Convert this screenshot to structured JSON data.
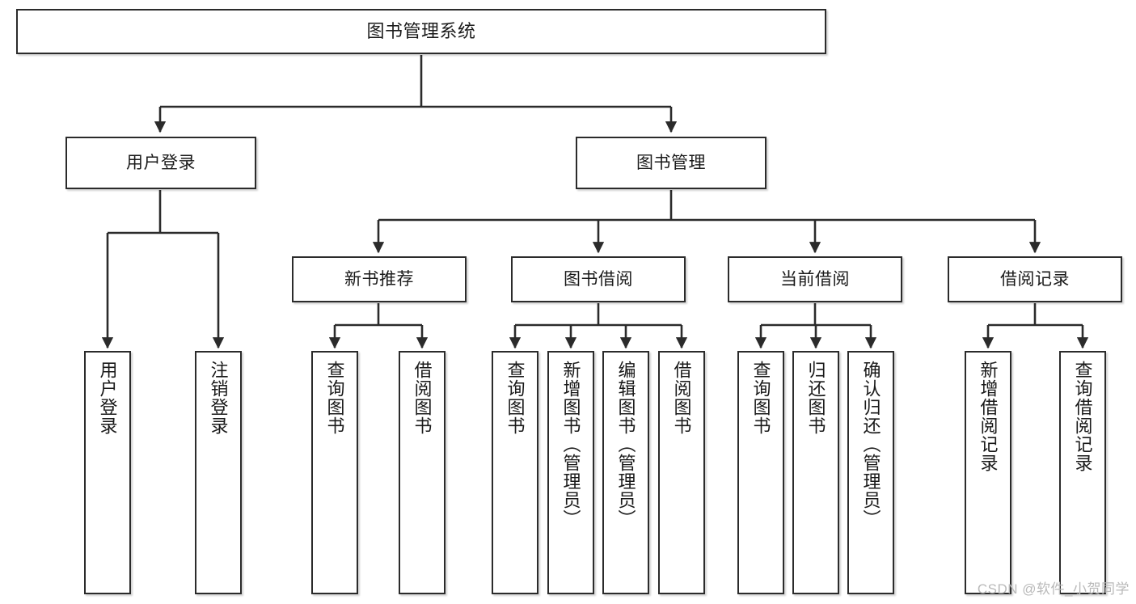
{
  "diagram": {
    "type": "tree",
    "title": "图书管理系统",
    "root": {
      "id": "root",
      "label": "图书管理系统",
      "orientation": "horizontal"
    },
    "level2": [
      {
        "id": "user-login",
        "label": "用户登录",
        "orientation": "horizontal"
      },
      {
        "id": "book-management",
        "label": "图书管理",
        "orientation": "horizontal"
      }
    ],
    "level3": [
      {
        "id": "new-book-recommend",
        "label": "新书推荐",
        "orientation": "horizontal",
        "parent": "book-management"
      },
      {
        "id": "book-borrow",
        "label": "图书借阅",
        "orientation": "horizontal",
        "parent": "book-management"
      },
      {
        "id": "current-borrow",
        "label": "当前借阅",
        "orientation": "horizontal",
        "parent": "book-management"
      },
      {
        "id": "borrow-record",
        "label": "借阅记录",
        "orientation": "horizontal",
        "parent": "book-management"
      }
    ],
    "leaves": [
      {
        "id": "leaf-user-login",
        "label": "用户登录",
        "orientation": "vertical",
        "parent": "user-login"
      },
      {
        "id": "leaf-logout-login",
        "label": "注销登录",
        "orientation": "vertical",
        "parent": "user-login"
      },
      {
        "id": "leaf-query-book-1",
        "label": "查询图书",
        "orientation": "vertical",
        "parent": "new-book-recommend"
      },
      {
        "id": "leaf-borrow-book-1",
        "label": "借阅图书",
        "orientation": "vertical",
        "parent": "new-book-recommend"
      },
      {
        "id": "leaf-query-book-2",
        "label": "查询图书",
        "orientation": "vertical",
        "parent": "book-borrow"
      },
      {
        "id": "leaf-add-book",
        "label": "新增图书（管理员）",
        "orientation": "vertical",
        "parent": "book-borrow"
      },
      {
        "id": "leaf-edit-book",
        "label": "编辑图书（管理员）",
        "orientation": "vertical",
        "parent": "book-borrow"
      },
      {
        "id": "leaf-borrow-book-2",
        "label": "借阅图书",
        "orientation": "vertical",
        "parent": "book-borrow"
      },
      {
        "id": "leaf-query-book-3",
        "label": "查询图书",
        "orientation": "vertical",
        "parent": "current-borrow"
      },
      {
        "id": "leaf-return-book",
        "label": "归还图书",
        "orientation": "vertical",
        "parent": "current-borrow"
      },
      {
        "id": "leaf-confirm-return",
        "label": "确认归还（管理员）",
        "orientation": "vertical",
        "parent": "current-borrow"
      },
      {
        "id": "leaf-add-record",
        "label": "新增借阅记录",
        "orientation": "vertical",
        "parent": "borrow-record"
      },
      {
        "id": "leaf-query-record",
        "label": "查询借阅记录",
        "orientation": "vertical",
        "parent": "borrow-record"
      }
    ],
    "watermark": "CSDN @软件_小贺同学",
    "colors": {
      "stroke": "#2b2b2b",
      "fill": "#ffffff",
      "text": "#1a1a1a",
      "watermark": "#b9b9b9"
    }
  }
}
